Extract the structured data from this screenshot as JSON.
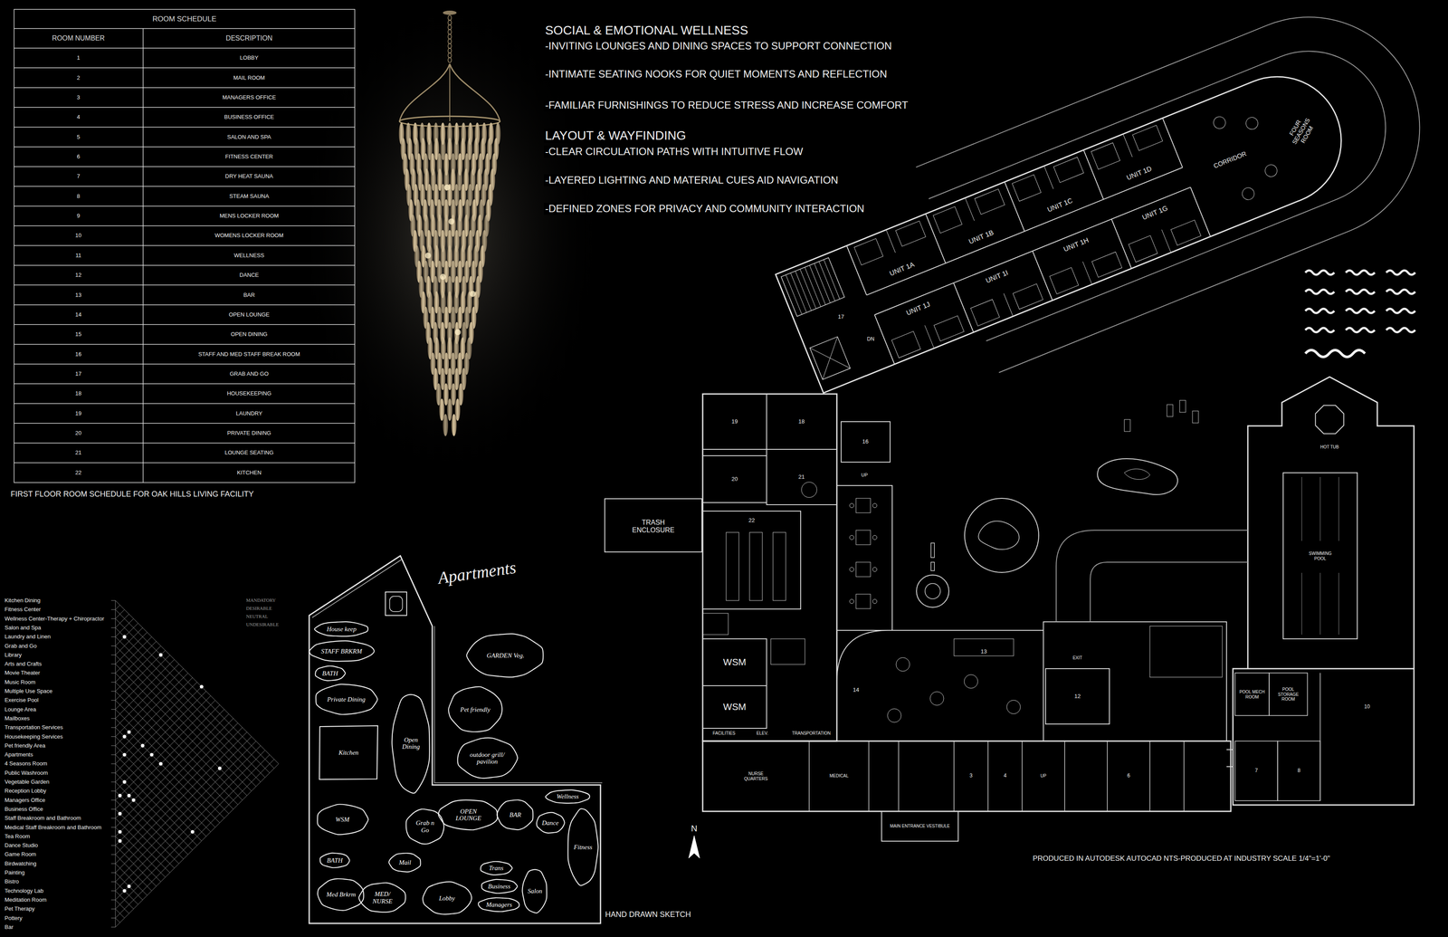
{
  "diagram": {
    "nodes": [
      {
        "text": [
          "House keep"
        ]
      },
      {
        "text": [
          "STAFF BRKRM"
        ]
      },
      {
        "text": [
          "BATH"
        ]
      },
      {
        "text": [
          "Private Dining"
        ]
      },
      {
        "text": [
          "Kitchen"
        ]
      },
      {
        "text": [
          "Open Dining"
        ]
      },
      {
        "text": [
          "GARDEN Veg."
        ]
      },
      {
        "text": [
          "Pet friendly"
        ]
      },
      {
        "text": [
          "outdoor grill/ pavilion"
        ]
      },
      {
        "text": [
          "WSM"
        ]
      },
      {
        "text": [
          "Grab n Go"
        ]
      },
      {
        "text": [
          "OPEN LOUNGE"
        ]
      },
      {
        "text": [
          "BAR"
        ]
      },
      {
        "text": [
          "Wellness"
        ]
      },
      {
        "text": [
          "Dance"
        ]
      },
      {
        "text": [
          "Fitness"
        ]
      },
      {
        "text": [
          "BATH"
        ]
      },
      {
        "text": [
          "Med Brkrm"
        ]
      },
      {
        "text": [
          "Mail"
        ]
      },
      {
        "text": [
          "MED/ NURSE"
        ]
      },
      {
        "text": [
          "Lobby"
        ]
      },
      {
        "text": [
          "Trans"
        ]
      },
      {
        "text": [
          "Business"
        ]
      },
      {
        "text": [
          "Managers"
        ]
      },
      {
        "text": [
          "Salon"
        ]
      }
    ],
    "labels": [
      "ROOM SCHEDULE",
      "ROOM NUMBER",
      "DESCRIPTION",
      "1",
      "LOBBY",
      "2",
      "MAIL ROOM",
      "3",
      "MANAGERS OFFICE",
      "4",
      "BUSINESS OFFICE",
      "5",
      "SALON AND SPA",
      "6",
      "FITNESS CENTER",
      "7",
      "DRY HEAT SAUNA",
      "8",
      "STEAM SAUNA",
      "9",
      "MENS LOCKER ROOM",
      "10",
      "WOMENS LOCKER ROOM",
      "11",
      "WELLNESS",
      "12",
      "DANCE",
      "13",
      "BAR",
      "14",
      "OPEN LOUNGE",
      "15",
      "OPEN DINING",
      "16",
      "STAFF AND MED STAFF BREAK ROOM",
      "17",
      "GRAB AND GO",
      "18",
      "HOUSEKEEPING",
      "19",
      "LAUNDRY",
      "20",
      "PRIVATE DINING",
      "21",
      "LOUNGE SEATING",
      "22",
      "KITCHEN",
      "FIRST FLOOR ROOM SCHEDULE FOR OAK HILLS LIVING FACILITY",
      "SOCIAL & EMOTIONAL WELLNESS",
      "-INVITING LOUNGES AND DINING SPACES TO SUPPORT CONNECTION",
      "-INTIMATE SEATING NOOKS FOR QUIET MOMENTS AND REFLECTION",
      "-FAMILIAR FURNISHINGS TO REDUCE STRESS AND INCREASE COMFORT",
      "LAYOUT & WAYFINDING",
      "-CLEAR CIRCULATION PATHS WITH INTUITIVE FLOW",
      "-LAYERED LIGHTING AND MATERIAL CUES AID NAVIGATION",
      "-DEFINED ZONES FOR PRIVACY AND COMMUNITY INTERACTION",
      "Kitchen Dining",
      "Fitness Center",
      "Wellness Center-Therapy + Chiropractor",
      "Salon and Spa",
      "Laundry and Linen",
      "Grab and Go",
      "Library",
      "Arts and Crafts",
      "Movie Theater",
      "Music Room",
      "Multiple Use Space",
      "Exercise Pool",
      "Lounge Area",
      "Mailboxes",
      "Transportation Services",
      "Housekeeping Services",
      "Pet friendly Area",
      "Apartments",
      "4 Seasons Room",
      "Public Washroom",
      "Vegetable Garden",
      "Reception Lobby",
      "Managers Office",
      "Business Office",
      "Staff Breakroom and Bathroom",
      "Medical Staff Breakroom and Bathroom",
      "Tea Room",
      "Dance Studio",
      "Game Room",
      "Birdwatching",
      "Painting",
      "Bistro",
      "Technology Lab",
      "Meditation Room",
      "Pet Therapy",
      "Pottery",
      "Bar",
      "MANDATORY",
      "DESIRABLE",
      "NEUTRAL",
      "UNDESIRABLE",
      "Apartments",
      "HAND DRAWN SKETCH",
      "FOUR SEASONS ROOM",
      "CORRIDOR",
      "UNIT 1A",
      "UNIT 1J",
      "UNIT 1B",
      "UNIT 1I",
      "UNIT 1C",
      "UNIT 1H",
      "UNIT 1D",
      "UNIT 1G",
      "DN",
      "UP",
      "17",
      "19",
      "18",
      "21",
      "20",
      "TRASH ENCLOSURE",
      "16",
      "22",
      "WSM",
      "WSM",
      "FACILITIES",
      "ELEV.",
      "TRANSPORTATION",
      "14",
      "13",
      "EXIT",
      "12",
      "NURSE QUARTERS",
      "MEDICAL",
      "UP",
      "3",
      "4",
      "6",
      "MAIN ENTRANCE VESTIBULE",
      "N",
      "HOT TUB",
      "SWIMMING POOL",
      "POOL MECH ROOM",
      "POOL STORAGE ROOM",
      "10",
      "7",
      "8",
      "PRODUCED IN AUTODESK AUTOCAD NTS-PRODUCED AT INDUSTRY SCALE 1/4\"=1'-0\""
    ]
  }
}
